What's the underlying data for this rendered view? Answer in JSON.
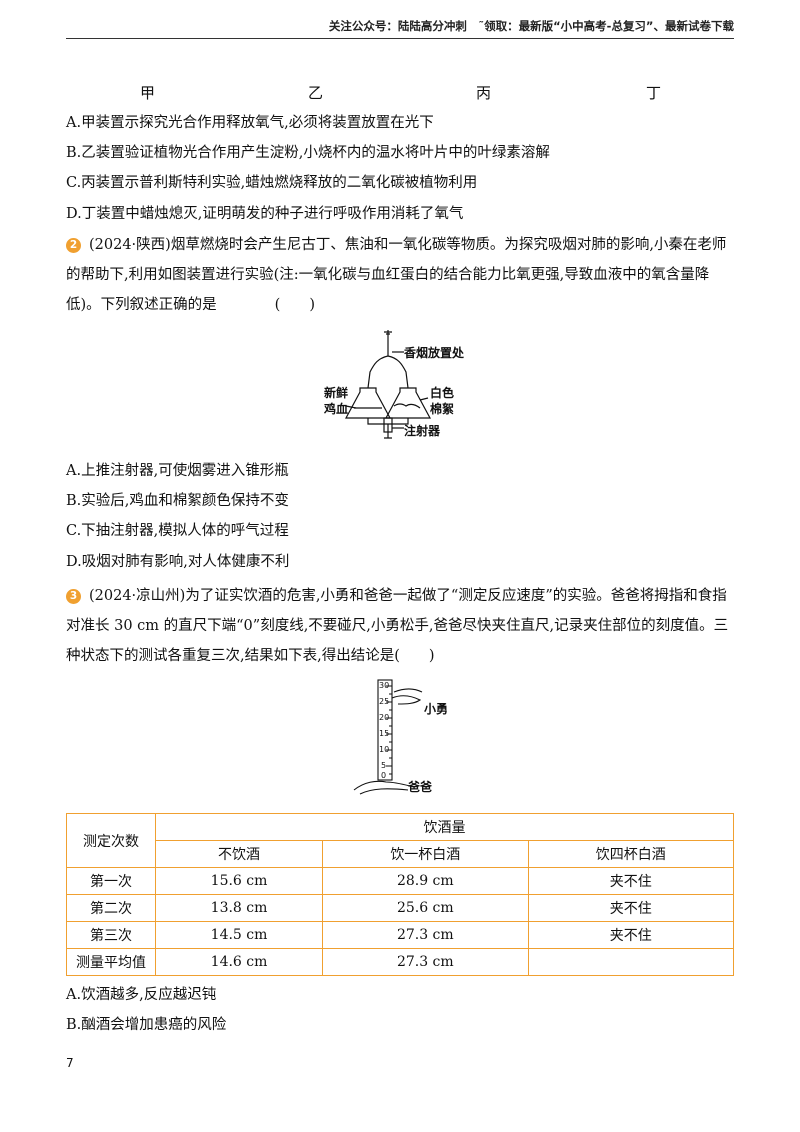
{
  "header": {
    "text": "关注公众号：陆陆高分冲刺　˜领取：最新版“小中高考-总复习”、最新试卷下载"
  },
  "figure_labels": [
    "甲",
    "乙",
    "丙",
    "丁"
  ],
  "q1_options": [
    "A.甲装置示探究光合作用释放氧气,必须将装置放置在光下",
    "B.乙装置验证植物光合作用产生淀粉,小烧杯内的温水将叶片中的叶绿素溶解",
    "C.丙装置示普利斯特利实验,蜡烛燃烧释放的二氧化碳被植物利用",
    "D.丁装置中蜡烛熄灭,证明萌发的种子进行呼吸作用消耗了氧气"
  ],
  "q2": {
    "number": "2",
    "stem": "(2024·陕西)烟草燃烧时会产生尼古丁、焦油和一氧化碳等物质。为探究吸烟对肺的影响,小秦在老师的帮助下,利用如图装置进行实验(注:一氧化碳与血红蛋白的结合能力比氧更强,导致血液中的氧含量降低)。下列叙述正确的是",
    "answer_paren": "(　　)",
    "figure": {
      "label_cigarette": "香烟放置处",
      "label_blood_1": "新鲜",
      "label_blood_2": "鸡血",
      "label_cotton_1": "白色",
      "label_cotton_2": "棉絮",
      "label_syringe": "注射器"
    },
    "options": [
      "A.上推注射器,可使烟雾进入锥形瓶",
      "B.实验后,鸡血和棉絮颜色保持不变",
      "C.下抽注射器,模拟人体的呼气过程",
      "D.吸烟对肺有影响,对人体健康不利"
    ]
  },
  "q3": {
    "number": "3",
    "stem": "(2024·凉山州)为了证实饮酒的危害,小勇和爸爸一起做了“测定反应速度”的实验。爸爸将拇指和食指对准长 30 cm 的直尺下端“0”刻度线,不要碰尺,小勇松手,爸爸尽快夹住直尺,记录夹住部位的刻度值。三种状态下的测试各重复三次,结果如下表,得出结论是",
    "answer_paren": "(　　)",
    "figure": {
      "ruler_ticks": [
        "30",
        "25",
        "20",
        "15",
        "10",
        "5",
        "0"
      ],
      "label_xiaoyong": "小勇",
      "label_baba": "爸爸"
    },
    "table": {
      "row_header": "测定次数",
      "group_header": "饮酒量",
      "columns": [
        "不饮酒",
        "饮一杯白酒",
        "饮四杯白酒"
      ],
      "rows": [
        {
          "label": "第一次",
          "cells": [
            "15.6 cm",
            "28.9 cm",
            "夹不住"
          ]
        },
        {
          "label": "第二次",
          "cells": [
            "13.8 cm",
            "25.6 cm",
            "夹不住"
          ]
        },
        {
          "label": "第三次",
          "cells": [
            "14.5 cm",
            "27.3 cm",
            "夹不住"
          ]
        },
        {
          "label": "测量平均值",
          "cells": [
            "14.6 cm",
            "27.3 cm",
            ""
          ]
        }
      ]
    },
    "options": [
      "A.饮酒越多,反应越迟钝",
      "B.酗酒会增加患癌的风险"
    ]
  },
  "page_number": "7",
  "colors": {
    "accent": "#f0a030",
    "text": "#111111"
  }
}
